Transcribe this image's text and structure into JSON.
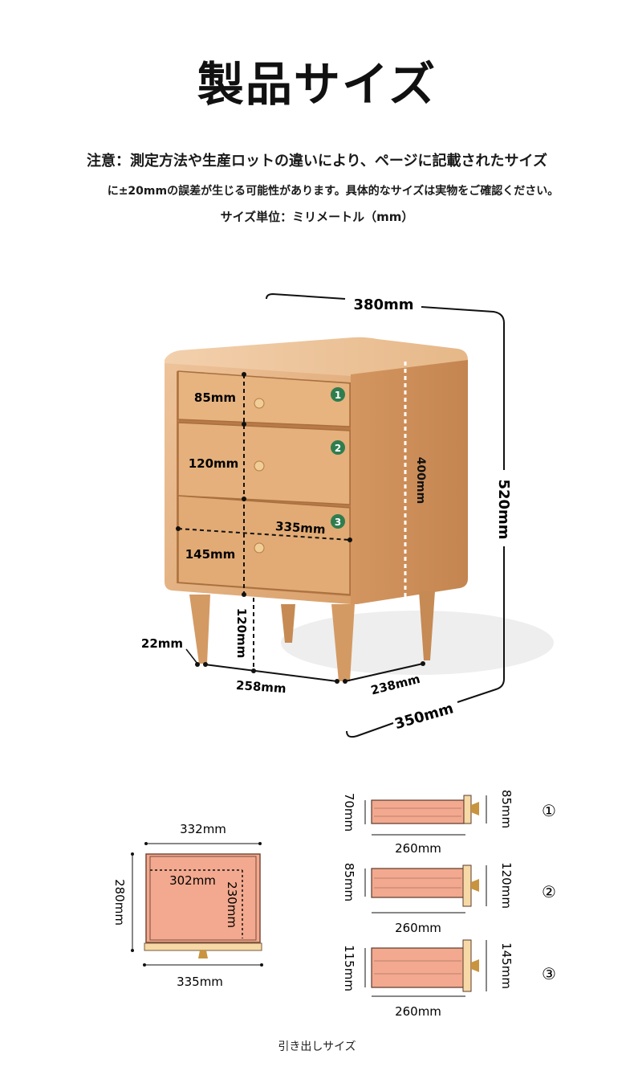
{
  "title": "製品サイズ",
  "notes": {
    "line1": "注意：測定方法や生産ロットの違いにより、ページに記載されたサイズ",
    "line2": "に±20mmの誤差が生じる可能性があります。具体的なサイズは実物をご確認ください。",
    "line3": "サイズ単位：ミリメートル（mm）"
  },
  "cabinet": {
    "width_top": "380mm",
    "height_total": "520mm",
    "body_height": "400mm",
    "inner_width": "335mm",
    "leg_height": "120mm",
    "leg_diameter": "22mm",
    "leg_span_front": "258mm",
    "leg_span_side": "238mm",
    "depth": "350mm",
    "drawers": [
      {
        "num": "1",
        "height": "85mm"
      },
      {
        "num": "2",
        "height": "120mm"
      },
      {
        "num": "3",
        "height": "145mm"
      }
    ]
  },
  "drawer_top_view": {
    "outer_width": "332mm",
    "inner_width": "302mm",
    "outer_depth": "280mm",
    "inner_depth": "230mm",
    "front_width": "335mm"
  },
  "drawer_side_views": [
    {
      "mark": "①",
      "inner_height": "70mm",
      "front_height": "85mm",
      "length": "260mm"
    },
    {
      "mark": "②",
      "inner_height": "85mm",
      "front_height": "120mm",
      "length": "260mm"
    },
    {
      "mark": "③",
      "inner_height": "115mm",
      "front_height": "145mm",
      "length": "260mm"
    }
  ],
  "caption": "引き出しサイズ",
  "colors": {
    "wood_light": "#e9b886",
    "wood_mid": "#d9a06a",
    "wood_dark": "#c48550",
    "drawer_pink": "#f2a98f",
    "badge_green": "#2f7d4f"
  }
}
